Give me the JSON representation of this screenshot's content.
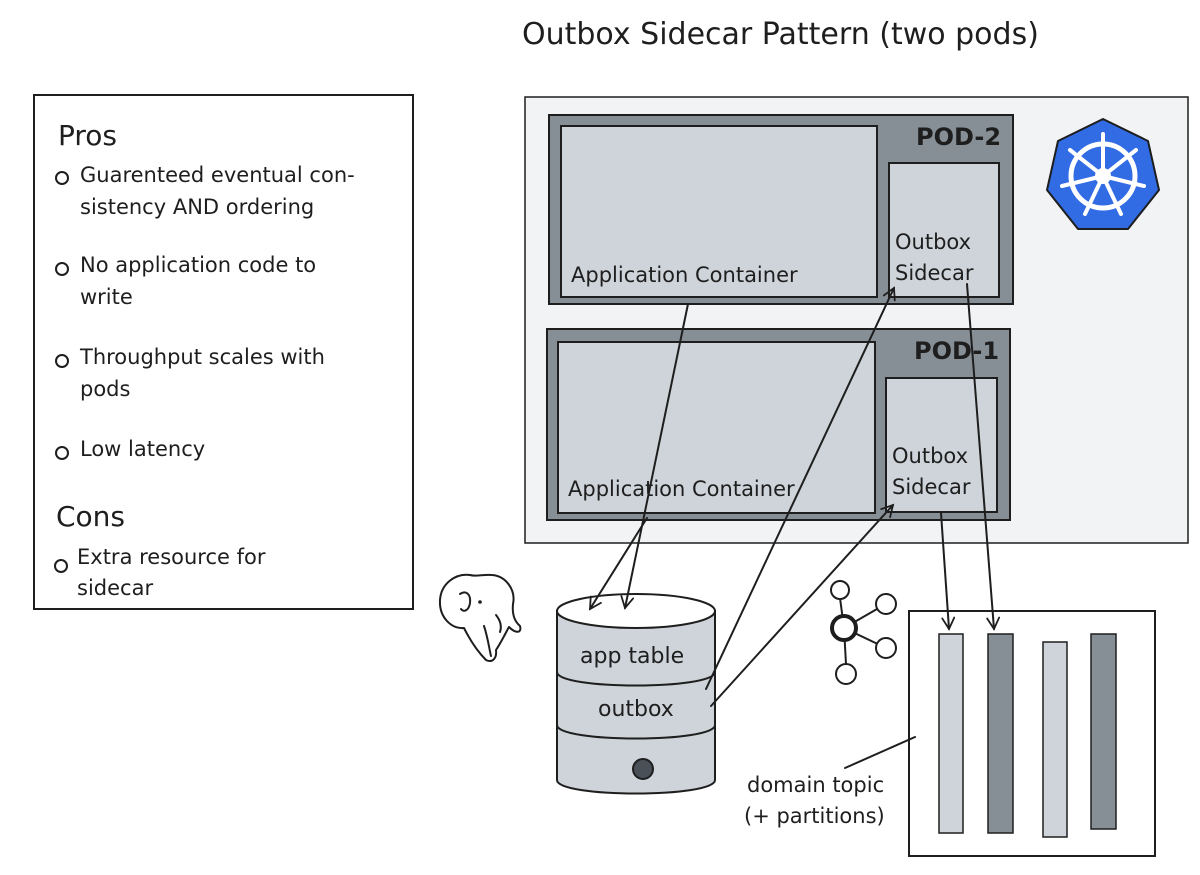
{
  "title": "Outbox Sidecar Pattern (two pods)",
  "pros": {
    "heading": "Pros",
    "items": [
      [
        "Guarenteed eventual con-",
        "sistency AND ordering"
      ],
      [
        "No application code to",
        "write"
      ],
      [
        "Throughput scales with",
        "pods"
      ],
      [
        "Low latency"
      ]
    ]
  },
  "cons": {
    "heading": "Cons",
    "items": [
      [
        "Extra resource for",
        "sidecar"
      ]
    ]
  },
  "pod2": {
    "label": "POD-2",
    "app_container": "Application Container",
    "sidecar_line1": "Outbox",
    "sidecar_line2": "Sidecar"
  },
  "pod1": {
    "label": "POD-1",
    "app_container": "Application Container",
    "sidecar_line1": "Outbox",
    "sidecar_line2": "Sidecar"
  },
  "database": {
    "app_table": "app table",
    "outbox": "outbox",
    "icon": "postgres-elephant-icon"
  },
  "topic": {
    "line1": "domain topic",
    "line2": "(+ partitions)",
    "icon": "kafka-icon"
  },
  "colors": {
    "pod_fill": "#868e96",
    "cluster_fill": "#f1f3f5",
    "container_fill": "#ced4da",
    "partition_dark": "#868e96",
    "partition_light": "#ced4da",
    "k8s_blue": "#326ce5"
  }
}
